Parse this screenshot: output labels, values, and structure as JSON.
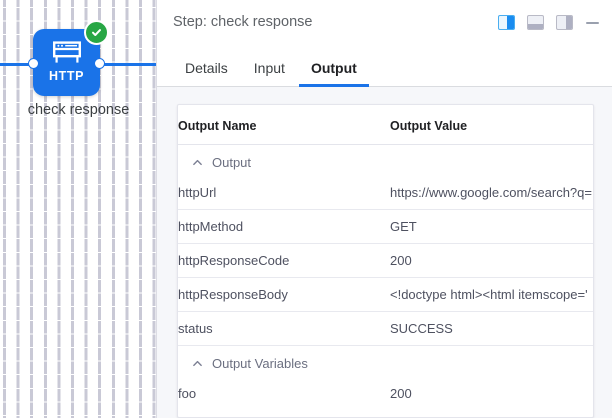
{
  "canvas": {
    "node": {
      "type_label": "HTTP",
      "caption": "check response",
      "status_icon": "check-circle-icon",
      "color": "#1a73e8",
      "status_color": "#28a745"
    }
  },
  "panel": {
    "title": "Step: check response",
    "actions": [
      {
        "name": "layout-side-panel",
        "active": true
      },
      {
        "name": "layout-bottom-panel",
        "active": false
      },
      {
        "name": "layout-right-panel",
        "active": false
      },
      {
        "name": "minimize",
        "active": false
      }
    ],
    "tabs": [
      {
        "label": "Details",
        "active": false
      },
      {
        "label": "Input",
        "active": false
      },
      {
        "label": "Output",
        "active": true
      }
    ],
    "accent_color": "#1a73e8"
  },
  "table": {
    "headers": {
      "name": "Output Name",
      "value": "Output Value"
    },
    "groups": [
      {
        "label": "Output",
        "expanded": true,
        "rows": [
          {
            "name": "httpUrl",
            "value": "https://www.google.com/search?q="
          },
          {
            "name": "httpMethod",
            "value": "GET"
          },
          {
            "name": "httpResponseCode",
            "value": "200"
          },
          {
            "name": "httpResponseBody",
            "value": "<!doctype html><html itemscope='"
          },
          {
            "name": "status",
            "value": "SUCCESS"
          }
        ]
      },
      {
        "label": "Output Variables",
        "expanded": true,
        "rows": [
          {
            "name": "foo",
            "value": "200"
          }
        ]
      }
    ]
  }
}
